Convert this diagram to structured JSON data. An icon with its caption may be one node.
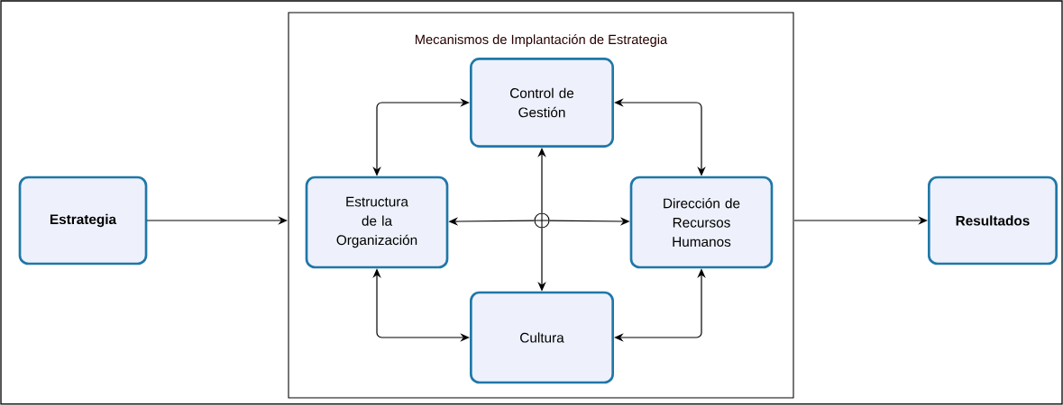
{
  "diagram": {
    "nodes": [
      {
        "text": [
          "Estrategia"
        ]
      },
      {
        "text": [
          "Mecanismos de Implantación de Estrategia"
        ]
      },
      {
        "text": [
          "Control de Gestión"
        ],
        "in": 1
      },
      {
        "text": [
          "Estructura de la Organización"
        ],
        "in": 1
      },
      {
        "text": [
          "Dirección de Recursos Humanos"
        ],
        "in": 1
      },
      {
        "text": [
          "Cultura"
        ],
        "in": 1
      },
      {
        "text": [
          "Resultados"
        ]
      },
      {
        "text": [],
        "shape": "circle",
        "in": 1
      }
    ],
    "edges": [
      {
        "from": 0,
        "to": 1,
        "arrow": "to"
      },
      {
        "from": 1,
        "to": 6,
        "arrow": "to"
      },
      {
        "from": 7,
        "to": 2,
        "arrow": "to"
      },
      {
        "from": 7,
        "to": 3,
        "arrow": "to"
      },
      {
        "from": 7,
        "to": 4,
        "arrow": "to"
      },
      {
        "from": 7,
        "to": 5,
        "arrow": "to"
      },
      {
        "from": 2,
        "to": 3,
        "arrow": "both"
      },
      {
        "from": 2,
        "to": 4,
        "arrow": "both"
      },
      {
        "from": 3,
        "to": 5,
        "arrow": "both"
      },
      {
        "from": 4,
        "to": 5,
        "arrow": "both"
      }
    ]
  }
}
